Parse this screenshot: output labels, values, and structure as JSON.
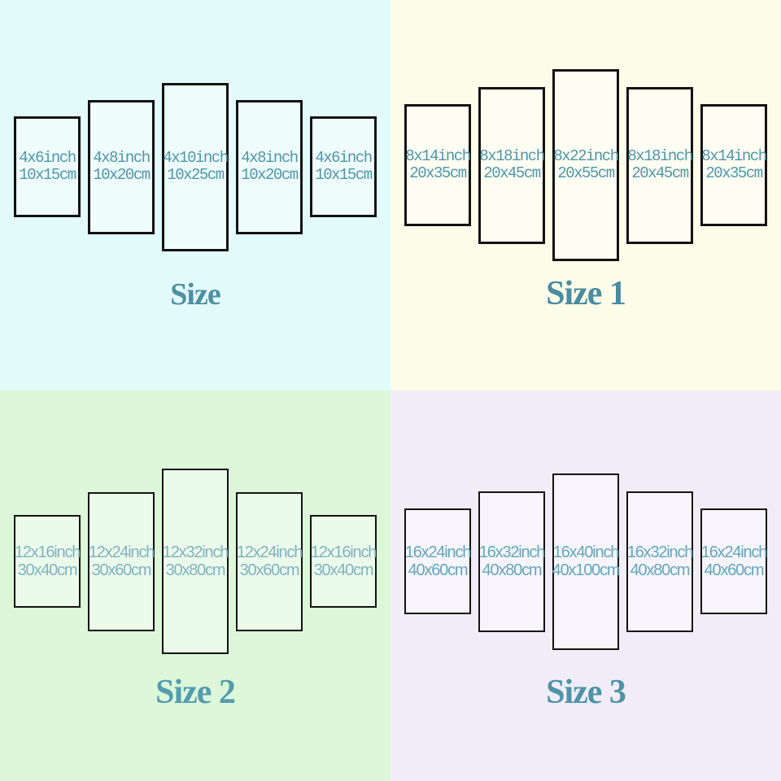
{
  "quadrants": [
    {
      "title": "Size",
      "colors": {
        "background": "#e2fafa",
        "text": "#4f96a8",
        "title": "#4e8fa2",
        "panel_border": "#121212"
      },
      "panels": [
        {
          "inch": "4x6inch",
          "cm": "10x15cm"
        },
        {
          "inch": "4x8inch",
          "cm": "10x20cm"
        },
        {
          "inch": "4x10inch",
          "cm": "10x25cm"
        },
        {
          "inch": "4x8inch",
          "cm": "10x20cm"
        },
        {
          "inch": "4x6inch",
          "cm": "10x15cm"
        }
      ]
    },
    {
      "title": "Size 1",
      "colors": {
        "background": "#fdfce9",
        "text": "#4f96a8",
        "title": "#4a8ba0",
        "panel_border": "#121212"
      },
      "panels": [
        {
          "inch": "8x14inch",
          "cm": "20x35cm"
        },
        {
          "inch": "8x18inch",
          "cm": "20x45cm"
        },
        {
          "inch": "8x22inch",
          "cm": "20x55cm"
        },
        {
          "inch": "8x18inch",
          "cm": "20x45cm"
        },
        {
          "inch": "8x14inch",
          "cm": "20x35cm"
        }
      ]
    },
    {
      "title": "Size 2",
      "colors": {
        "background": "#dcf8d9",
        "text": "#7fb2c2",
        "title": "#559cae",
        "panel_border": "#121212"
      },
      "panels": [
        {
          "inch": "12x16inch",
          "cm": "30x40cm"
        },
        {
          "inch": "12x24inch",
          "cm": "30x60cm"
        },
        {
          "inch": "12x32inch",
          "cm": "30x80cm"
        },
        {
          "inch": "12x24inch",
          "cm": "30x60cm"
        },
        {
          "inch": "12x16inch",
          "cm": "30x40cm"
        }
      ]
    },
    {
      "title": "Size 3",
      "colors": {
        "background": "#f1edf8",
        "text": "#64a7ba",
        "title": "#4f93a8",
        "panel_border": "#121212"
      },
      "panels": [
        {
          "inch": "16x24inch",
          "cm": "40x60cm"
        },
        {
          "inch": "16x32inch",
          "cm": "40x80cm"
        },
        {
          "inch": "16x40inch",
          "cm": "40x100cm"
        },
        {
          "inch": "16x32inch",
          "cm": "40x80cm"
        },
        {
          "inch": "16x24inch",
          "cm": "40x60cm"
        }
      ]
    }
  ]
}
